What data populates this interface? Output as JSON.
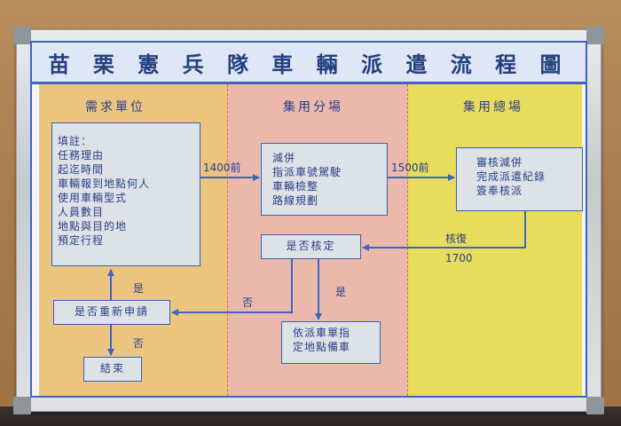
{
  "board": {
    "title": "苗 栗 憲 兵 隊 車 輛 派 遣 流 程 圖",
    "columns": [
      "需求單位",
      "集用分場",
      "集用總場"
    ]
  },
  "nodes": {
    "request": {
      "lines": [
        "填註：",
        "任務理由",
        "起迄時間",
        "車輛報到地點何人",
        "使用車輛型式",
        "人員數目",
        "地點與目的地",
        "預定行程"
      ]
    },
    "branch": {
      "lines": [
        "減併",
        "指派車號駕駛",
        "車輛檢整",
        "路線規劃"
      ]
    },
    "hq": {
      "lines": [
        "審核減併",
        "完成派遣紀錄",
        "簽奉核派"
      ]
    },
    "approved": {
      "label": "是否核定"
    },
    "reapply": {
      "label": "是否重新申請"
    },
    "end": {
      "label": "結束"
    },
    "dispatch": {
      "lines": [
        "依派車單指",
        "定地點備車"
      ]
    }
  },
  "edges": {
    "deadline_branch": "1400前",
    "deadline_hq": "1500前",
    "return_label": "核復",
    "return_time": "1700",
    "yes_dispatch": "是",
    "no_reapply": "否",
    "yes_reapply": "是",
    "no_end": "否"
  },
  "colors": {
    "frame": "#c5cacd",
    "border": "#3f64c0",
    "col_request": "#ebc47f",
    "col_branch": "#ebb9ac",
    "col_hq": "#e7dc5c",
    "box_fill": "#dde2e6",
    "text": "#2a3e88",
    "divider": "#e06a2c"
  }
}
